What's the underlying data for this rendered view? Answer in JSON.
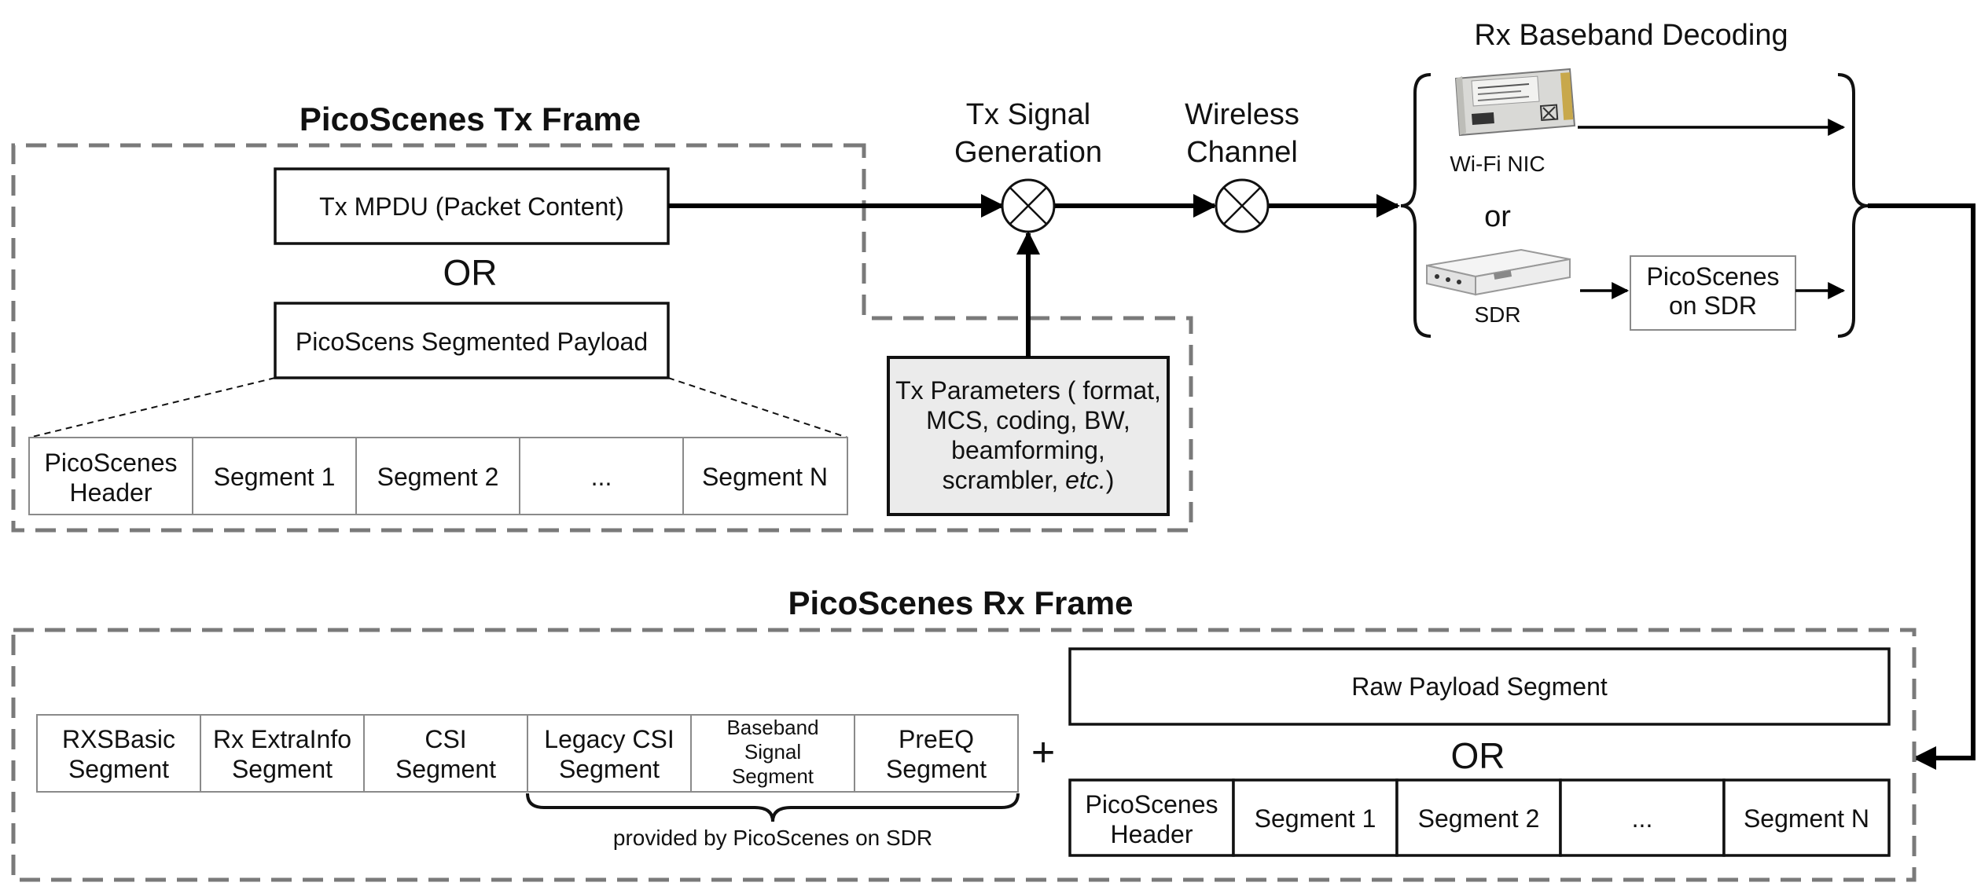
{
  "tx_frame": {
    "title": "PicoScenes Tx Frame",
    "mpdu_label": "Tx MPDU (Packet Content)",
    "or_label": "OR",
    "segmented_payload_label": "PicoScens Segmented Payload",
    "segments": [
      {
        "line1": "PicoScenes",
        "line2": "Header"
      },
      {
        "line1": "Segment 1",
        "line2": ""
      },
      {
        "line1": "Segment 2",
        "line2": ""
      },
      {
        "line1": "...",
        "line2": ""
      },
      {
        "line1": "Segment N",
        "line2": ""
      }
    ]
  },
  "signal_generation": {
    "line1": "Tx Signal",
    "line2": "Generation"
  },
  "wireless_channel": {
    "line1": "Wireless",
    "line2": "Channel"
  },
  "tx_parameters": {
    "line1": "Tx Parameters ( format,",
    "line2": "MCS, coding, BW,",
    "line3": "beamforming,",
    "line4_plain": "scrambler, ",
    "line4_italic": "etc.",
    "line4_end": ")"
  },
  "rx_baseband": {
    "title": "Rx Baseband Decoding",
    "nic_label": "Wi-Fi NIC",
    "or_label": "or",
    "sdr_label": "SDR",
    "picoscenes_sdr": {
      "line1": "PicoScenes",
      "line2": "on SDR"
    }
  },
  "rx_frame": {
    "title": "PicoScenes Rx Frame",
    "segments": [
      {
        "line1": "RXSBasic",
        "line2": "Segment",
        "line3": ""
      },
      {
        "line1": "Rx ExtraInfo",
        "line2": "Segment",
        "line3": ""
      },
      {
        "line1": "CSI",
        "line2": "Segment",
        "line3": ""
      },
      {
        "line1": "Legacy CSI",
        "line2": "Segment",
        "line3": ""
      },
      {
        "line1": "Baseband",
        "line2": "Signal",
        "line3": "Segment"
      },
      {
        "line1": "PreEQ",
        "line2": "Segment",
        "line3": ""
      }
    ],
    "brace_label": "provided by PicoScenes on SDR",
    "plus": "+",
    "raw_payload_label": "Raw Payload Segment",
    "or_label": "OR",
    "payload_segments": [
      {
        "line1": "PicoScenes",
        "line2": "Header"
      },
      {
        "line1": "Segment 1",
        "line2": ""
      },
      {
        "line1": "Segment 2",
        "line2": ""
      },
      {
        "line1": "...",
        "line2": ""
      },
      {
        "line1": "Segment N",
        "line2": ""
      }
    ]
  }
}
